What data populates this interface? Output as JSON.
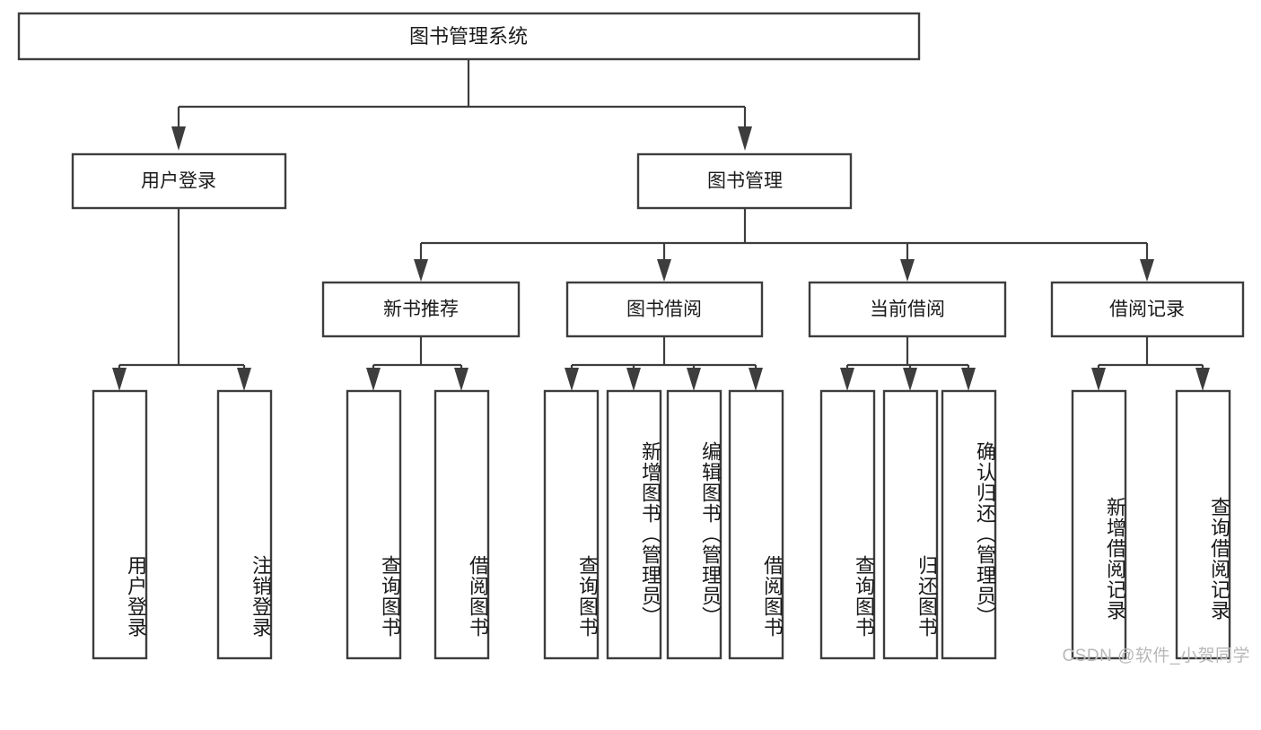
{
  "diagram": {
    "type": "tree-hierarchy-flowchart",
    "title_node": {
      "id": "root",
      "label": "图书管理系统"
    },
    "level2": [
      {
        "id": "user-login",
        "label": "用户登录"
      },
      {
        "id": "book-management",
        "label": "图书管理"
      }
    ],
    "level3": [
      {
        "id": "new-book-recommend",
        "label": "新书推荐",
        "parent": "book-management"
      },
      {
        "id": "book-borrow",
        "label": "图书借阅",
        "parent": "book-management"
      },
      {
        "id": "current-borrow",
        "label": "当前借阅",
        "parent": "book-management"
      },
      {
        "id": "borrow-record",
        "label": "借阅记录",
        "parent": "book-management"
      }
    ],
    "leaves": {
      "user-login": [
        {
          "id": "leaf-user-login",
          "label": "用户登录"
        },
        {
          "id": "leaf-logout-login",
          "label": "注销登录"
        }
      ],
      "new-book-recommend": [
        {
          "id": "leaf-query-book-1",
          "label": "查询图书"
        },
        {
          "id": "leaf-borrow-book-1",
          "label": "借阅图书"
        }
      ],
      "book-borrow": [
        {
          "id": "leaf-query-book-2",
          "label": "查询图书"
        },
        {
          "id": "leaf-add-book",
          "label": "新增图书（管理员）"
        },
        {
          "id": "leaf-edit-book",
          "label": "编辑图书（管理员）"
        },
        {
          "id": "leaf-borrow-book-2",
          "label": "借阅图书"
        }
      ],
      "current-borrow": [
        {
          "id": "leaf-query-book-3",
          "label": "查询图书"
        },
        {
          "id": "leaf-return-book",
          "label": "归还图书"
        },
        {
          "id": "leaf-confirm-return",
          "label": "确认归还（管理员）"
        }
      ],
      "borrow-record": [
        {
          "id": "leaf-add-record",
          "label": "新增借阅记录"
        },
        {
          "id": "leaf-query-record",
          "label": "查询借阅记录"
        }
      ]
    },
    "colors": {
      "box_stroke": "#3d3d3d",
      "box_fill": "#ffffff",
      "connector": "#3d3d3d",
      "text": "#1a1a1a",
      "watermark": "#b8b8b8",
      "background": "#ffffff"
    }
  },
  "watermark": {
    "text": "CSDN @软件_小贺同学"
  }
}
